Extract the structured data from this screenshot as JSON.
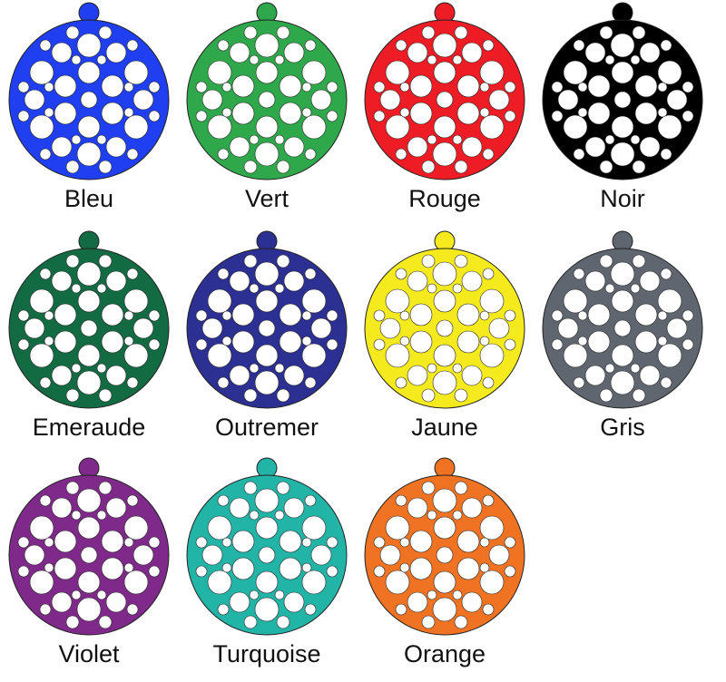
{
  "swatches": [
    {
      "label": "Bleu",
      "color": "#1f3ff0"
    },
    {
      "label": "Vert",
      "color": "#2ea84a"
    },
    {
      "label": "Rouge",
      "color": "#ee1c24"
    },
    {
      "label": "Noir",
      "color": "#000000"
    },
    {
      "label": "Emeraude",
      "color": "#136b43"
    },
    {
      "label": "Outremer",
      "color": "#2d3093"
    },
    {
      "label": "Jaune",
      "color": "#f5ea1e"
    },
    {
      "label": "Gris",
      "color": "#5f6670"
    },
    {
      "label": "Violet",
      "color": "#7f2a8a"
    },
    {
      "label": "Turquoise",
      "color": "#22b4a6"
    },
    {
      "label": "Orange",
      "color": "#f07323"
    }
  ],
  "icon": "perforated-round-pendant-icon"
}
